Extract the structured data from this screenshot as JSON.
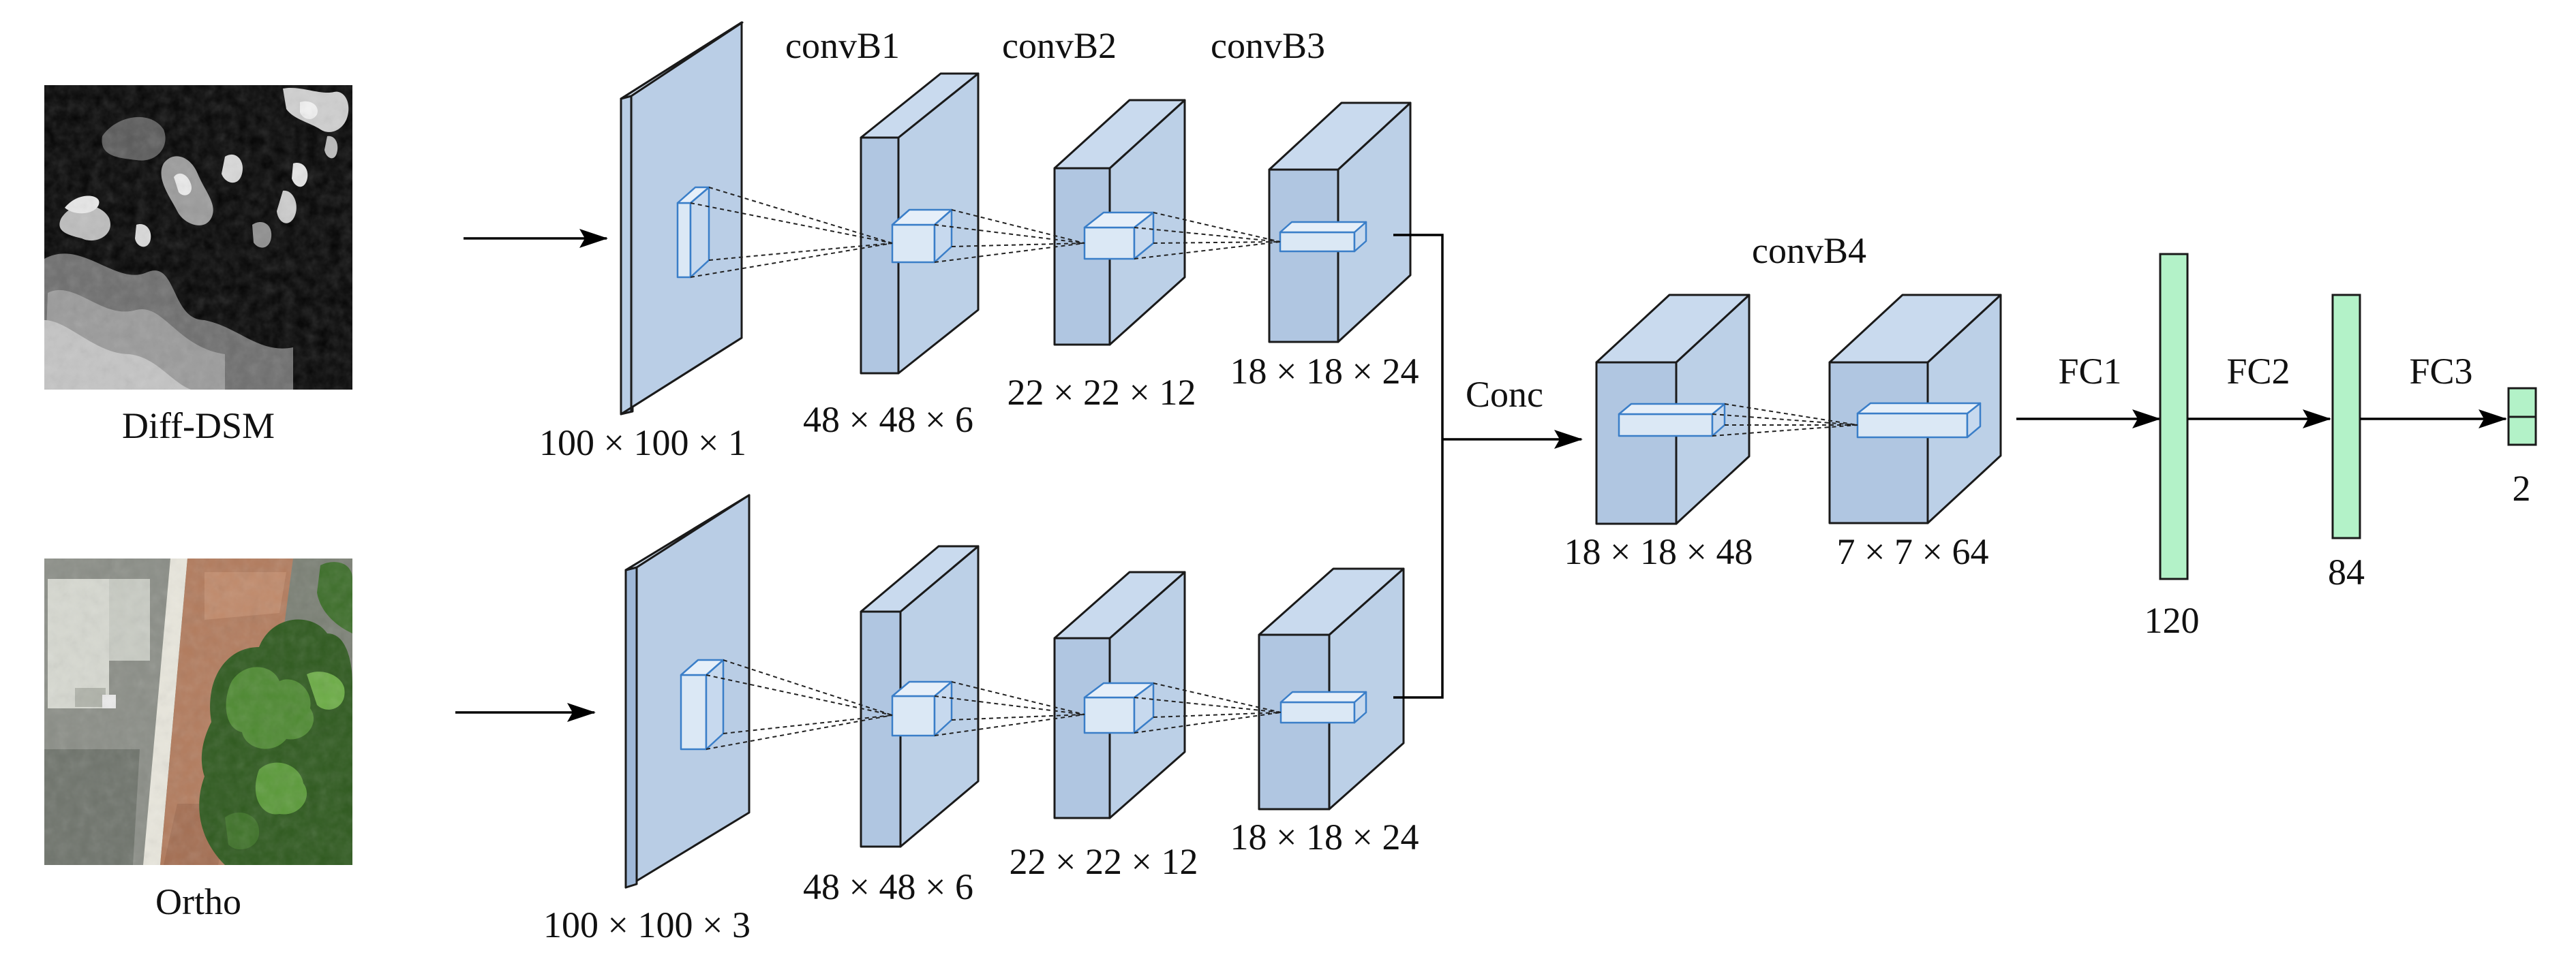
{
  "inputs": {
    "top": {
      "label": "Diff-DSM"
    },
    "bottom": {
      "label": "Ortho"
    }
  },
  "blocks": {
    "convB1": "convB1",
    "convB2": "convB2",
    "convB3": "convB3",
    "convB4": "convB4"
  },
  "top_path": {
    "input_dim": "100 × 100 × 1",
    "b1_dim": "48 × 48 × 6",
    "b2_dim": "22 × 22 × 12",
    "b3_dim": "18 × 18 × 24"
  },
  "bottom_path": {
    "input_dim": "100 × 100 × 3",
    "b1_dim": "48 × 48 × 6",
    "b2_dim": "22 × 22 × 12",
    "b3_dim": "18 × 18 × 24"
  },
  "concat": {
    "label": "Conc",
    "dim": "18 × 18 × 48"
  },
  "b4_dim": "7 × 7 × 64",
  "fc": {
    "fc1": "FC1",
    "fc2": "FC2",
    "fc3": "FC3",
    "size1": "120",
    "size2": "84",
    "size3": "2"
  },
  "colors": {
    "box_front": "#b9cde5",
    "box_side": "#a7bfdd",
    "box_top": "#c9daee",
    "kernel": "#dbe8f5",
    "fc_fill": "#b3f2c8"
  }
}
